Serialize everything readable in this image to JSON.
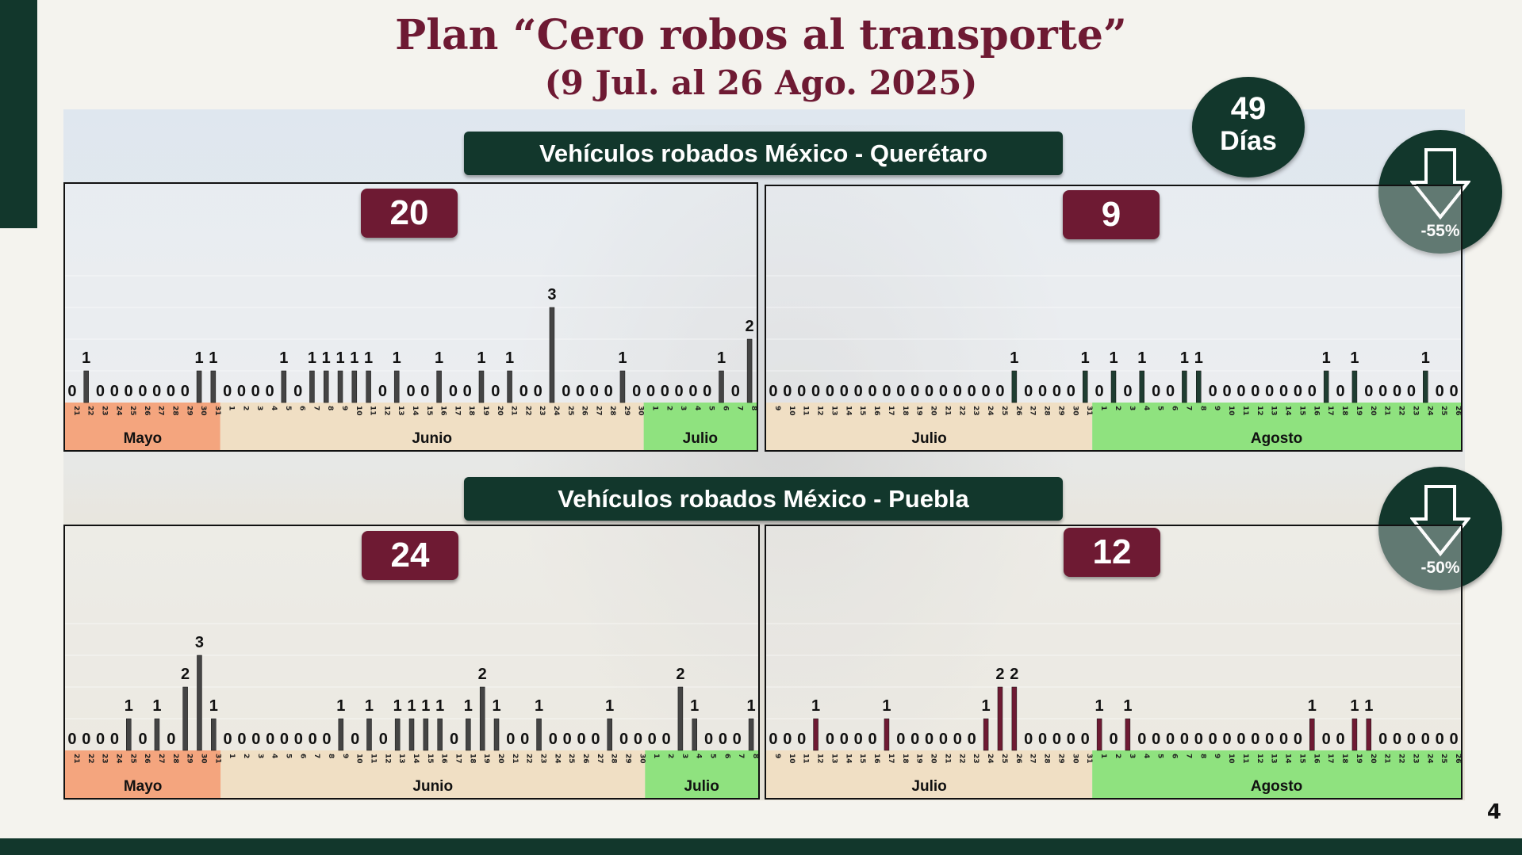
{
  "header": {
    "title": "Plan “Cero robos al transporte”",
    "subtitle": "(9 Jul. al 26 Ago. 2025)"
  },
  "days_badge": {
    "value": "49",
    "label": "Días"
  },
  "page_number": "4",
  "colors": {
    "dark_green": "#12372c",
    "maroon": "#6e1a33",
    "before_bar": "#444444",
    "after_bar_queretaro": "#1f3d31",
    "after_bar_puebla": "#6e1a33",
    "may_band": "#f4a57e",
    "june_band": "#f0dfc4",
    "july_band_before": "#8fe27f",
    "july_band_after": "#f0dfc4",
    "august_band": "#8fe27f"
  },
  "sections": [
    {
      "title": "Vehículos robados México - Querétaro",
      "change": "-55%",
      "change_icon": "arrow-down-icon"
    },
    {
      "title": "Vehículos robados México - Puebla",
      "change": "-50%",
      "change_icon": "arrow-down-icon"
    }
  ],
  "chart_data": [
    {
      "type": "bar",
      "route": "México - Querétaro",
      "period": "before",
      "total": "20",
      "x": [
        "21",
        "22",
        "23",
        "24",
        "25",
        "26",
        "27",
        "28",
        "29",
        "30",
        "31",
        "1",
        "2",
        "3",
        "4",
        "5",
        "6",
        "7",
        "8",
        "9",
        "10",
        "11",
        "12",
        "13",
        "14",
        "15",
        "16",
        "17",
        "18",
        "19",
        "20",
        "21",
        "22",
        "23",
        "24",
        "25",
        "26",
        "27",
        "28",
        "29",
        "30",
        "1",
        "2",
        "3",
        "4",
        "5",
        "6",
        "7",
        "8"
      ],
      "values": [
        0,
        1,
        0,
        0,
        0,
        0,
        0,
        0,
        0,
        1,
        1,
        0,
        0,
        0,
        0,
        1,
        0,
        1,
        1,
        1,
        1,
        1,
        0,
        1,
        0,
        0,
        1,
        0,
        0,
        1,
        0,
        1,
        0,
        0,
        3,
        0,
        0,
        0,
        0,
        1,
        0,
        0,
        0,
        0,
        0,
        0,
        1,
        0,
        2
      ],
      "months": [
        {
          "label": "Mayo",
          "start": 0,
          "end": 10
        },
        {
          "label": "Junio",
          "start": 11,
          "end": 40
        },
        {
          "label": "Julio",
          "start": 41,
          "end": 48
        }
      ],
      "ylim": [
        0,
        4
      ]
    },
    {
      "type": "bar",
      "route": "México - Querétaro",
      "period": "after",
      "total": "9",
      "x": [
        "9",
        "10",
        "11",
        "12",
        "13",
        "14",
        "15",
        "16",
        "17",
        "18",
        "19",
        "20",
        "21",
        "22",
        "23",
        "24",
        "25",
        "26",
        "27",
        "28",
        "29",
        "30",
        "31",
        "1",
        "2",
        "3",
        "4",
        "5",
        "6",
        "7",
        "8",
        "9",
        "10",
        "11",
        "12",
        "13",
        "14",
        "15",
        "16",
        "17",
        "18",
        "19",
        "20",
        "21",
        "22",
        "23",
        "24",
        "25",
        "26"
      ],
      "values": [
        0,
        0,
        0,
        0,
        0,
        0,
        0,
        0,
        0,
        0,
        0,
        0,
        0,
        0,
        0,
        0,
        0,
        1,
        0,
        0,
        0,
        0,
        1,
        0,
        1,
        0,
        1,
        0,
        0,
        1,
        1,
        0,
        0,
        0,
        0,
        0,
        0,
        0,
        0,
        1,
        0,
        1,
        0,
        0,
        0,
        0,
        1,
        0,
        0
      ],
      "months": [
        {
          "label": "Julio",
          "start": 0,
          "end": 22
        },
        {
          "label": "Agosto",
          "start": 23,
          "end": 48
        }
      ],
      "ylim": [
        0,
        4
      ]
    },
    {
      "type": "bar",
      "route": "México - Puebla",
      "period": "before",
      "total": "24",
      "x": [
        "21",
        "22",
        "23",
        "24",
        "25",
        "26",
        "27",
        "28",
        "29",
        "30",
        "31",
        "1",
        "2",
        "3",
        "4",
        "5",
        "6",
        "7",
        "8",
        "9",
        "10",
        "11",
        "12",
        "13",
        "14",
        "15",
        "16",
        "17",
        "18",
        "19",
        "20",
        "21",
        "22",
        "23",
        "24",
        "25",
        "26",
        "27",
        "28",
        "29",
        "30",
        "1",
        "2",
        "3",
        "4",
        "5",
        "6",
        "7",
        "8"
      ],
      "values": [
        0,
        0,
        0,
        0,
        1,
        0,
        1,
        0,
        2,
        3,
        1,
        0,
        0,
        0,
        0,
        0,
        0,
        0,
        0,
        1,
        0,
        1,
        0,
        1,
        1,
        1,
        1,
        0,
        1,
        2,
        1,
        0,
        0,
        1,
        0,
        0,
        0,
        0,
        1,
        0,
        0,
        0,
        0,
        2,
        1,
        0,
        0,
        0,
        1
      ],
      "months": [
        {
          "label": "Mayo",
          "start": 0,
          "end": 10
        },
        {
          "label": "Junio",
          "start": 11,
          "end": 40
        },
        {
          "label": "Julio",
          "start": 41,
          "end": 48
        }
      ],
      "ylim": [
        0,
        4
      ]
    },
    {
      "type": "bar",
      "route": "México - Puebla",
      "period": "after",
      "total": "12",
      "x": [
        "9",
        "10",
        "11",
        "12",
        "13",
        "14",
        "15",
        "16",
        "17",
        "18",
        "19",
        "20",
        "21",
        "22",
        "23",
        "24",
        "25",
        "26",
        "27",
        "28",
        "29",
        "30",
        "31",
        "1",
        "2",
        "3",
        "4",
        "5",
        "6",
        "7",
        "8",
        "9",
        "10",
        "11",
        "12",
        "13",
        "14",
        "15",
        "16",
        "17",
        "18",
        "19",
        "20",
        "21",
        "22",
        "23",
        "24",
        "25",
        "26"
      ],
      "values": [
        0,
        0,
        0,
        1,
        0,
        0,
        0,
        0,
        1,
        0,
        0,
        0,
        0,
        0,
        0,
        1,
        2,
        2,
        0,
        0,
        0,
        0,
        0,
        1,
        0,
        1,
        0,
        0,
        0,
        0,
        0,
        0,
        0,
        0,
        0,
        0,
        0,
        0,
        1,
        0,
        0,
        1,
        1,
        0,
        0,
        0,
        0,
        0,
        0
      ],
      "months": [
        {
          "label": "Julio",
          "start": 0,
          "end": 22
        },
        {
          "label": "Agosto",
          "start": 23,
          "end": 48
        }
      ],
      "ylim": [
        0,
        4
      ]
    }
  ]
}
